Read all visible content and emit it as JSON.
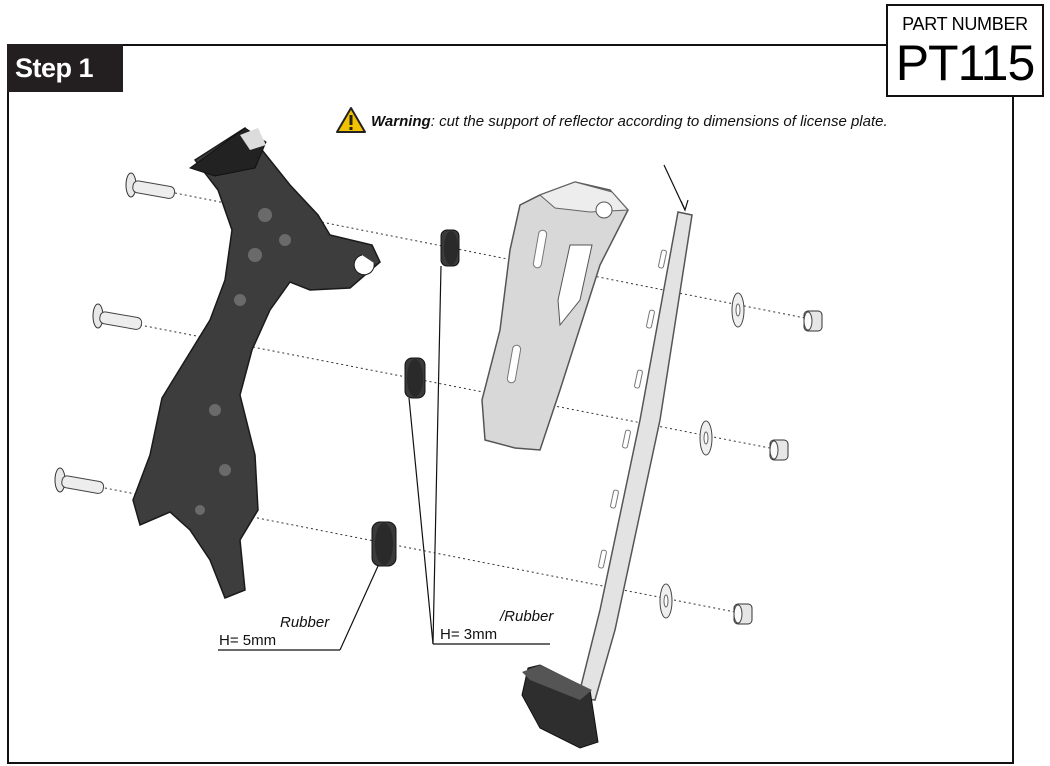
{
  "step": {
    "label": "Step 1"
  },
  "part_number": {
    "label": "PART NUMBER",
    "value": "PT115"
  },
  "warning": {
    "icon": "warning-triangle-icon",
    "bold": "Warning",
    "text": ": cut the support of reflector according to dimensions of license plate."
  },
  "callouts": {
    "rubber_left": {
      "name": "Rubber",
      "height": "H= 5mm"
    },
    "rubber_right": {
      "name": "/Rubber",
      "height": "H= 3mm"
    }
  },
  "colors": {
    "frame": "#111111",
    "tab_bg": "#231f20",
    "part_dark": "#3a3a3a",
    "part_light": "#d4d4d4",
    "warning_yellow": "#f2c200"
  }
}
